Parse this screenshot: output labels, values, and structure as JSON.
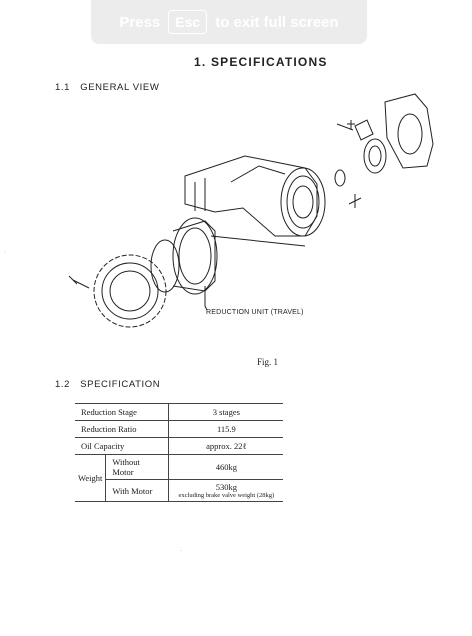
{
  "overlay": {
    "press": "Press",
    "key": "Esc",
    "rest": "to exit full screen"
  },
  "page_title": "1. SPECIFICATIONS",
  "sections": [
    {
      "num": "1.1",
      "title": "GENERAL VIEW"
    },
    {
      "num": "1.2",
      "title": "SPECIFICATION"
    }
  ],
  "figure": {
    "callout": "REDUCTION UNIT (TRAVEL)",
    "caption": "Fig. 1"
  },
  "spec_table": {
    "reduction_stage": {
      "label": "Reduction Stage",
      "value": "3 stages"
    },
    "reduction_ratio": {
      "label": "Reduction Ratio",
      "value": "115.9"
    },
    "oil_capacity": {
      "label": "Oil Capacity",
      "value": "approx. 22ℓ"
    },
    "weight": {
      "label": "Weight",
      "without_motor": {
        "label": "Without Motor",
        "value": "460kg"
      },
      "with_motor": {
        "label": "With Motor",
        "value": "530kg",
        "note": "excluding brake valve weight (28kg)"
      }
    }
  }
}
